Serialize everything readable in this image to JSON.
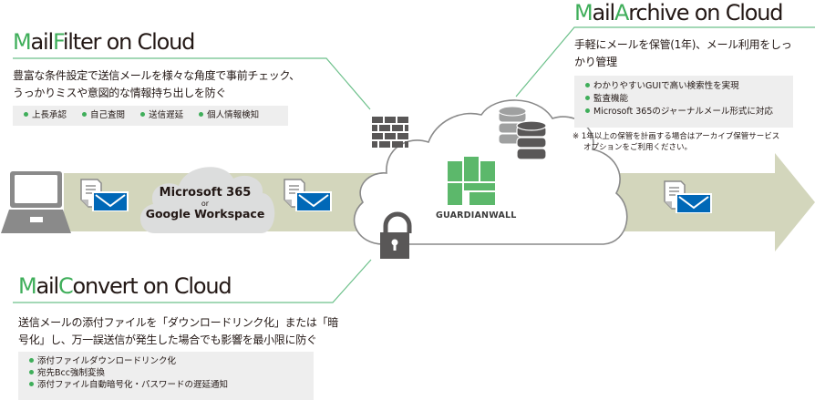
{
  "mailfilter": {
    "title_accent_1": "M",
    "title_rest_1": "ail",
    "title_accent_2": "F",
    "title_rest_2": "ilter on Cloud",
    "description_line1": "豊富な条件設定で送信メールを様々な角度で事前チェック、",
    "description_line2": "うっかりミスや意図的な情報持ち出しを防ぐ",
    "features": [
      "上長承認",
      "自己査閲",
      "送信遅延",
      "個人情報検知"
    ]
  },
  "mailarchive": {
    "title_accent_1": "M",
    "title_rest_1": "ail",
    "title_accent_2": "A",
    "title_rest_2": "rchive on Cloud",
    "description_line1": "手軽にメールを保管(1年)、メール利用をしっ",
    "description_line2": "かり管理",
    "features": [
      "わかりやすいGUIで高い検索性を実現",
      "監査機能",
      "Microsoft 365のジャーナルメール形式に対応"
    ],
    "note_line1": "※ 1年以上の保管を計画する場合はアーカイブ保管サービス",
    "note_line2": "オプションをご利用ください。"
  },
  "mailconvert": {
    "title_accent_1": "M",
    "title_rest_1": "ail",
    "title_accent_2": "C",
    "title_rest_2": "onvert on Cloud",
    "description_line1": "送信メールの添付ファイルを「ダウンロードリンク化」または「暗",
    "description_line2": "号化」し、万一誤送信が発生した場合でも影響を最小限に防ぐ",
    "features": [
      "添付ファイルダウンロードリンク化",
      "宛先Bcc強制変換",
      "添付ファイル自動暗号化・パスワードの遅延通知"
    ]
  },
  "flow": {
    "cloud_line1": "Microsoft 365",
    "cloud_line2": "or",
    "cloud_line3": "Google Workspace",
    "logo_text": "GUARDIANWALL"
  },
  "colors": {
    "accent_green": "#3fae5a",
    "arrow_band": "#d3d6bc",
    "mail_blue": "#0068b7",
    "icon_gray": "#595757"
  }
}
